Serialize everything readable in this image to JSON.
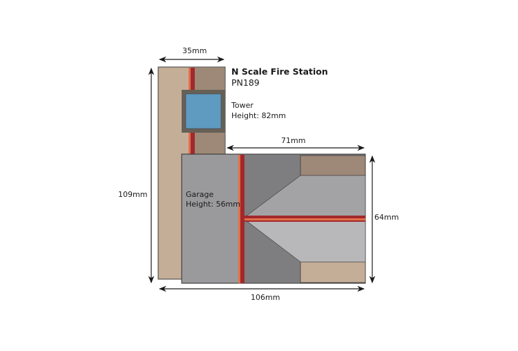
{
  "title": {
    "name": "N Scale Fire Station",
    "code": "PN189"
  },
  "tower": {
    "label": "Tower",
    "height_label": "Height: 82mm"
  },
  "garage": {
    "label": "Garage",
    "height_label": "Height: 56mm"
  },
  "dimensions": {
    "tower_width": "35mm",
    "garage_depth": "71mm",
    "overall_depth": "109mm",
    "garage_width": "64mm",
    "overall_width": "106mm"
  },
  "colors": {
    "beige_wall": "#c4ae98",
    "brown_wall": "#9e8877",
    "garage_roof": "#9a9a9c",
    "dark_roof": "#7e7e80",
    "mid_roof": "#a3a3a5",
    "light_roof": "#b8b8ba",
    "window_frame": "#666056",
    "window_glass": "#5f9ac0",
    "ridge_dark": "#a3282c",
    "ridge_light": "#e0704a",
    "outline": "#3a3a3a"
  }
}
